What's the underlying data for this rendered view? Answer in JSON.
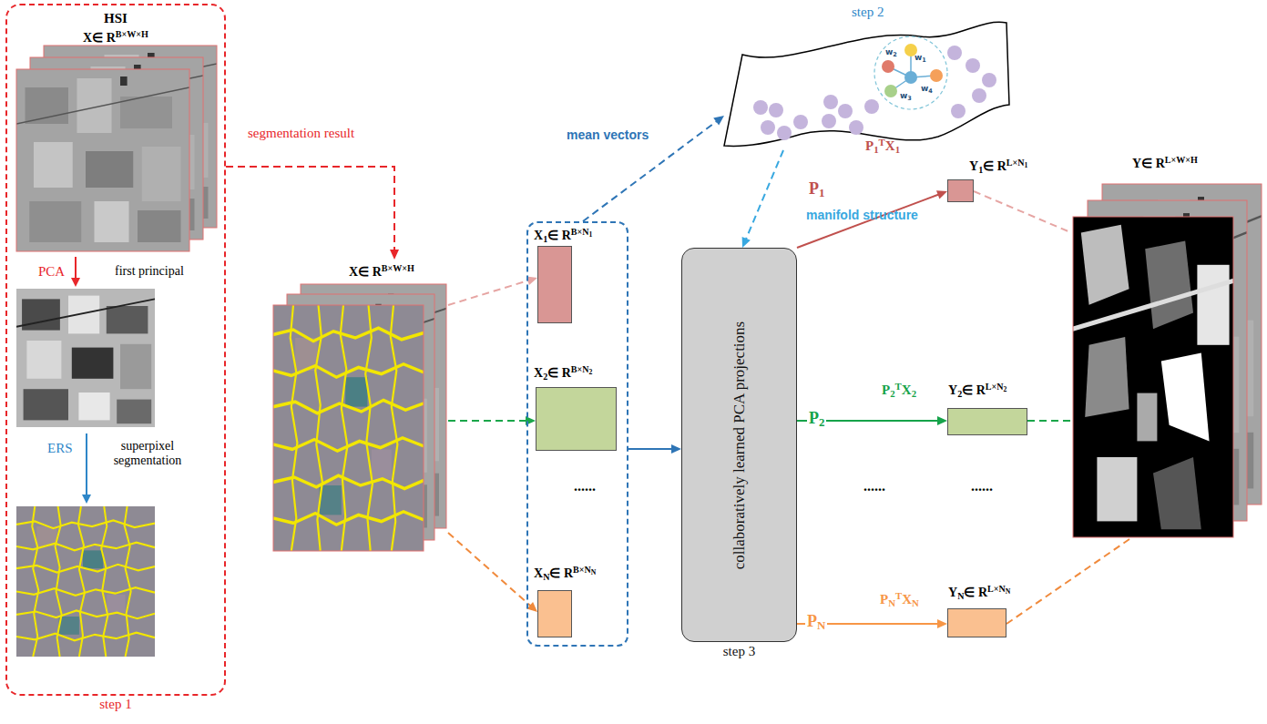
{
  "diagram": {
    "nodes": [
      {
        "text": [
          "HSI",
          "X",
          "∈ R",
          "B×W×H",
          "step 1"
        ]
      },
      {
        "text": [
          "X",
          "∈ R",
          "B×W×H"
        ]
      },
      {
        "text": [
          "......"
        ]
      },
      {
        "text": [
          "X",
          "1",
          "∈ R",
          "B×N",
          "1"
        ],
        "in": 2
      },
      {
        "text": [
          "X",
          "2",
          "∈ R",
          "B×N",
          "2"
        ],
        "in": 2
      },
      {
        "text": [
          "X",
          "N",
          "∈ R",
          "B×N",
          "N"
        ],
        "in": 2
      },
      {
        "text": [
          "step 2"
        ]
      },
      {
        "text": [
          "collaboratively learned PCA projections",
          "step 3"
        ]
      },
      {
        "text": [
          "Y",
          "1",
          "∈ R",
          "L×N",
          "1"
        ]
      },
      {
        "text": [
          "Y",
          "2",
          "∈ R",
          "L×N",
          "2"
        ]
      },
      {
        "text": [
          "Y",
          "N",
          "∈ R",
          "L×N",
          "N"
        ]
      },
      {
        "text": [
          "Y",
          "∈ R",
          "L×W×H"
        ]
      }
    ],
    "edges": [
      {
        "from": 0,
        "to": 1,
        "label": "segmentation result",
        "arrow": "to"
      },
      {
        "from": 1,
        "to": 3,
        "arrow": "to"
      },
      {
        "from": 1,
        "to": 4,
        "arrow": "to"
      },
      {
        "from": 1,
        "to": 5,
        "arrow": "to"
      },
      {
        "from": 2,
        "to": 6,
        "label": "mean vectors",
        "arrow": "to"
      },
      {
        "from": 6,
        "to": 7,
        "label": "manifold structure",
        "arrow": "to"
      },
      {
        "from": 2,
        "to": 7,
        "arrow": "to"
      },
      {
        "from": 7,
        "to": 8,
        "arrow": "to"
      },
      {
        "from": 7,
        "to": 9,
        "arrow": "to"
      },
      {
        "from": 7,
        "to": 10,
        "arrow": "to"
      },
      {
        "from": 8,
        "to": 11,
        "arrow": "none"
      },
      {
        "from": 9,
        "to": 11,
        "arrow": "none"
      },
      {
        "from": 10,
        "to": 11,
        "arrow": "none"
      }
    ],
    "labels": [
      "PCA",
      "first principal",
      "ERS",
      "superpixel segmentation",
      "w",
      "1",
      "w",
      "2",
      "w",
      "3",
      "w",
      "4",
      "P",
      "1",
      "P",
      "1",
      "T",
      "X",
      "1",
      "P",
      "2",
      "P",
      "2",
      "T",
      "X",
      "2",
      "P",
      "N",
      "P",
      "N",
      "T",
      "X",
      "N",
      "......",
      "......"
    ]
  }
}
